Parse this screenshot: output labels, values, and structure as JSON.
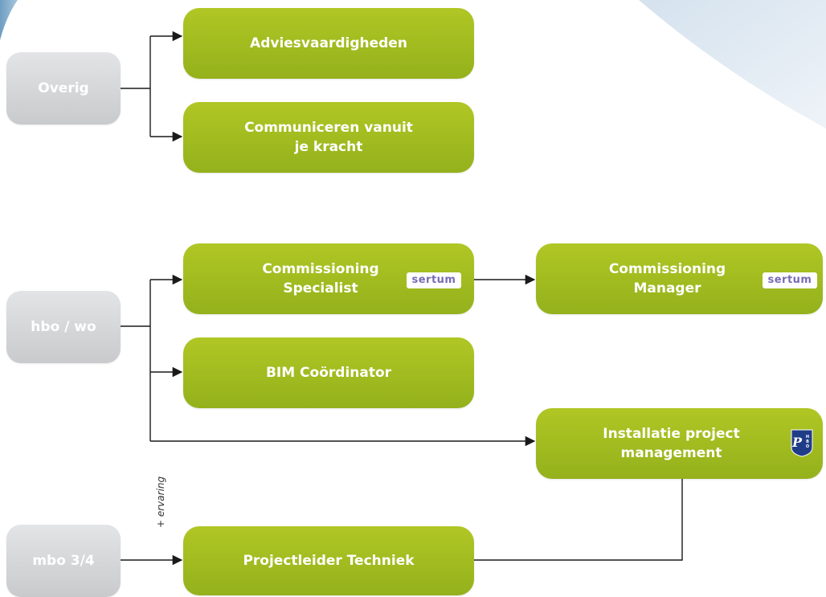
{
  "levels": {
    "overig": "Overig",
    "hbo_wo": "hbo / wo",
    "mbo": "mbo 3/4"
  },
  "courses": {
    "adviesvaardigheden": "Adviesvaardigheden",
    "communiceren_line1": "Communiceren vanuit",
    "communiceren_line2": "je kracht",
    "commissioning_specialist_line1": "Commissioning",
    "commissioning_specialist_line2": "Specialist",
    "commissioning_manager_line1": "Commissioning",
    "commissioning_manager_line2": "Manager",
    "bim": "BIM Coördinator",
    "installatie_line1": "Installatie project",
    "installatie_line2": "management",
    "projectleider": "Projectleider Techniek"
  },
  "logos": {
    "sertum": "sertum",
    "hbo_letter": "P",
    "hbo_small": "HBO"
  },
  "annotations": {
    "ervaring": "+ ervaring"
  },
  "colors": {
    "course_green": "#a2bc1f",
    "level_grey": "#d4d5d7",
    "connector": "#1a1a1a",
    "sertum_purple": "#7a6bb5",
    "hbo_blue": "#1f3c88"
  }
}
